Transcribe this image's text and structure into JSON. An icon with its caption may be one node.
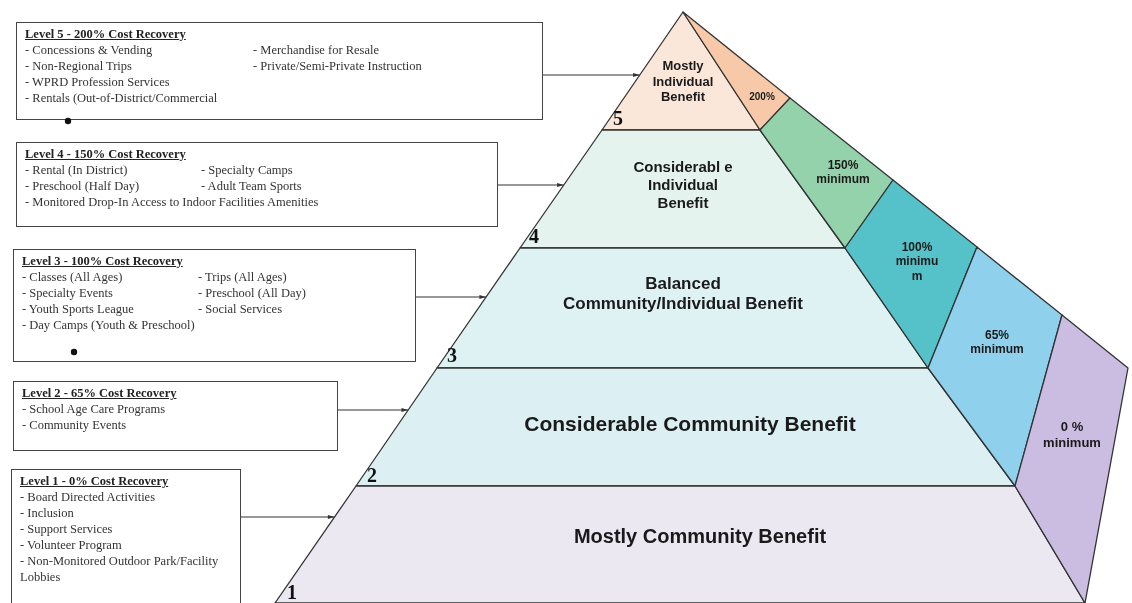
{
  "diagram": {
    "nodes": [
      {
        "text": [
          "Level 5 - 200% Cost Recovery",
          "- Concessions & Vending",
          "- Merchandise for Resale",
          "- Non-Regional Trips",
          "- Private/Semi-Private Instruction",
          "- WPRD Profession Services",
          "- Rentals (Out-of-District/Commercial"
        ]
      },
      {
        "text": [
          "Level 4 - 150% Cost Recovery",
          "- Rental (In District)",
          "- Specialty Camps",
          "- Preschool (Half Day)",
          "- Adult Team Sports",
          "- Monitored Drop-In Access to Indoor Facilities Amenities"
        ]
      },
      {
        "text": [
          "Level 3 - 100% Cost Recovery",
          "- Classes (All Ages)",
          "- Trips (All Ages)",
          "- Specialty Events",
          "- Preschool (All Day)",
          "- Youth Sports League",
          "- Social Services",
          "- Day Camps (Youth & Preschool)"
        ]
      },
      {
        "text": [
          "Level 2 - 65% Cost Recovery",
          "- School Age Care Programs",
          "- Community Events"
        ]
      },
      {
        "text": [
          "Level 1 - 0% Cost Recovery",
          "- Board Directed Activities",
          "- Inclusion",
          "- Support Services",
          "- Volunteer Program",
          "- Non-Monitored Outdoor Park/Facility Lobbies"
        ]
      },
      {
        "text": [
          "Mostly Individual Benefit",
          "5"
        ]
      },
      {
        "text": [
          "Considerabl e Individual Benefit",
          "4"
        ]
      },
      {
        "text": [
          "Balanced Community/Individual Benefit",
          "3"
        ]
      },
      {
        "text": [
          "Considerable Community Benefit",
          "2"
        ]
      },
      {
        "text": [
          "Mostly Community Benefit",
          "1"
        ]
      },
      {
        "text": [
          "200%"
        ]
      },
      {
        "text": [
          "150% minimum"
        ]
      },
      {
        "text": [
          "100% minimu m"
        ]
      },
      {
        "text": [
          "65% minimum"
        ]
      },
      {
        "text": [
          "0 % minimum"
        ]
      }
    ],
    "edges": [
      {
        "from": 0,
        "to": 5,
        "arrow": "to"
      },
      {
        "from": 1,
        "to": 6,
        "arrow": "to"
      },
      {
        "from": 2,
        "to": 7,
        "arrow": "to"
      },
      {
        "from": 3,
        "to": 8,
        "arrow": "to"
      },
      {
        "from": 4,
        "to": 9,
        "arrow": "to"
      }
    ]
  }
}
